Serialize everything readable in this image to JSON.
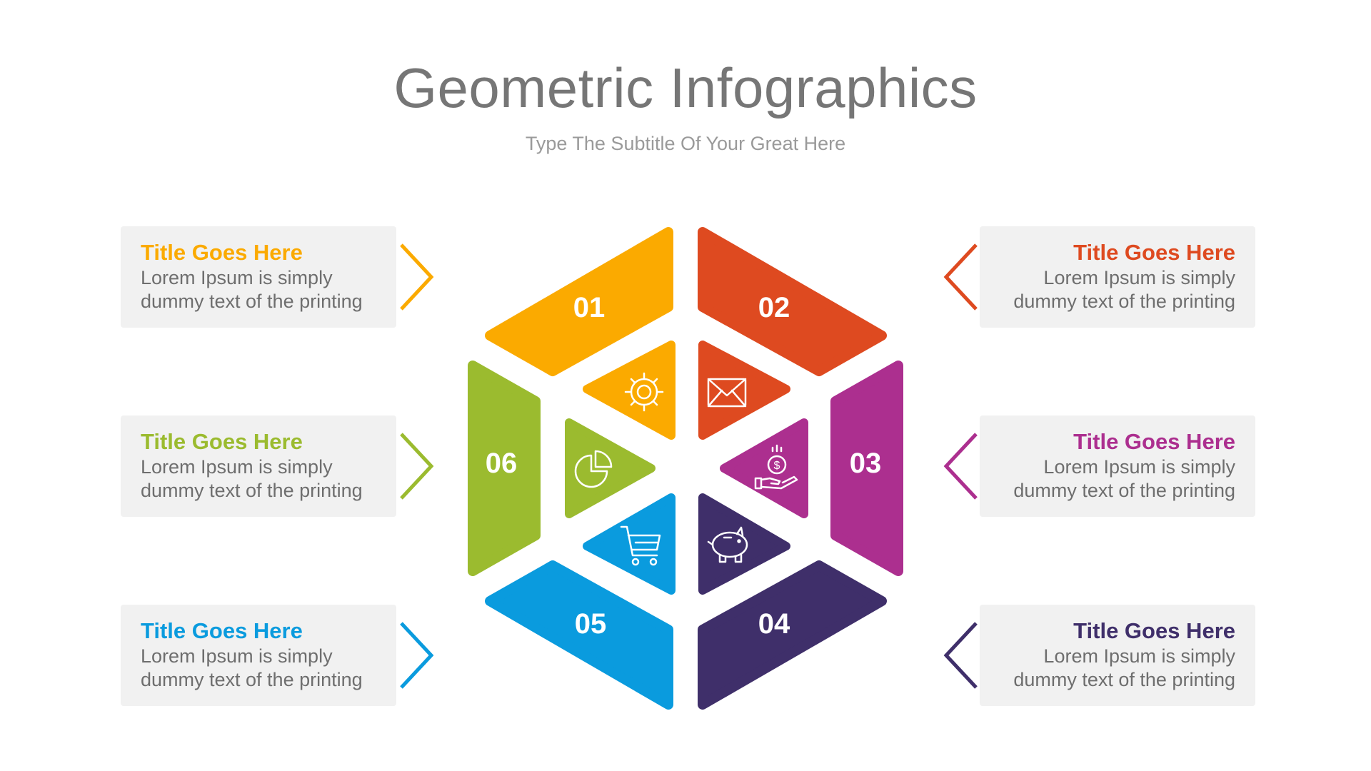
{
  "header": {
    "title": "Geometric Infographics",
    "subtitle": "Type The Subtitle Of Your Great Here"
  },
  "colors": {
    "s01": "#FBAA00",
    "s02": "#DE4A20",
    "s03": "#AC2F8F",
    "s04": "#3F2F6A",
    "s05": "#0A9BDE",
    "s06": "#9BBB2F",
    "card_bg": "#F1F1F1",
    "body_text": "#6E6E6E"
  },
  "segments": [
    {
      "number": "01",
      "icon": "gear-icon"
    },
    {
      "number": "02",
      "icon": "envelope-icon"
    },
    {
      "number": "03",
      "icon": "hand-coin-icon"
    },
    {
      "number": "04",
      "icon": "piggy-bank-icon"
    },
    {
      "number": "05",
      "icon": "shopping-cart-icon"
    },
    {
      "number": "06",
      "icon": "pie-chart-icon"
    }
  ],
  "cards": [
    {
      "title": "Title Goes Here",
      "line1": "Lorem Ipsum is simply",
      "line2": "dummy text of the printing"
    },
    {
      "title": "Title Goes Here",
      "line1": "Lorem Ipsum is simply",
      "line2": "dummy text of the printing"
    },
    {
      "title": "Title Goes Here",
      "line1": "Lorem Ipsum is simply",
      "line2": "dummy text of the printing"
    },
    {
      "title": "Title Goes Here",
      "line1": "Lorem Ipsum is simply",
      "line2": "dummy text of the printing"
    },
    {
      "title": "Title Goes Here",
      "line1": "Lorem Ipsum is simply",
      "line2": "dummy text of the printing"
    },
    {
      "title": "Title Goes Here",
      "line1": "Lorem Ipsum is simply",
      "line2": "dummy text of the printing"
    }
  ]
}
